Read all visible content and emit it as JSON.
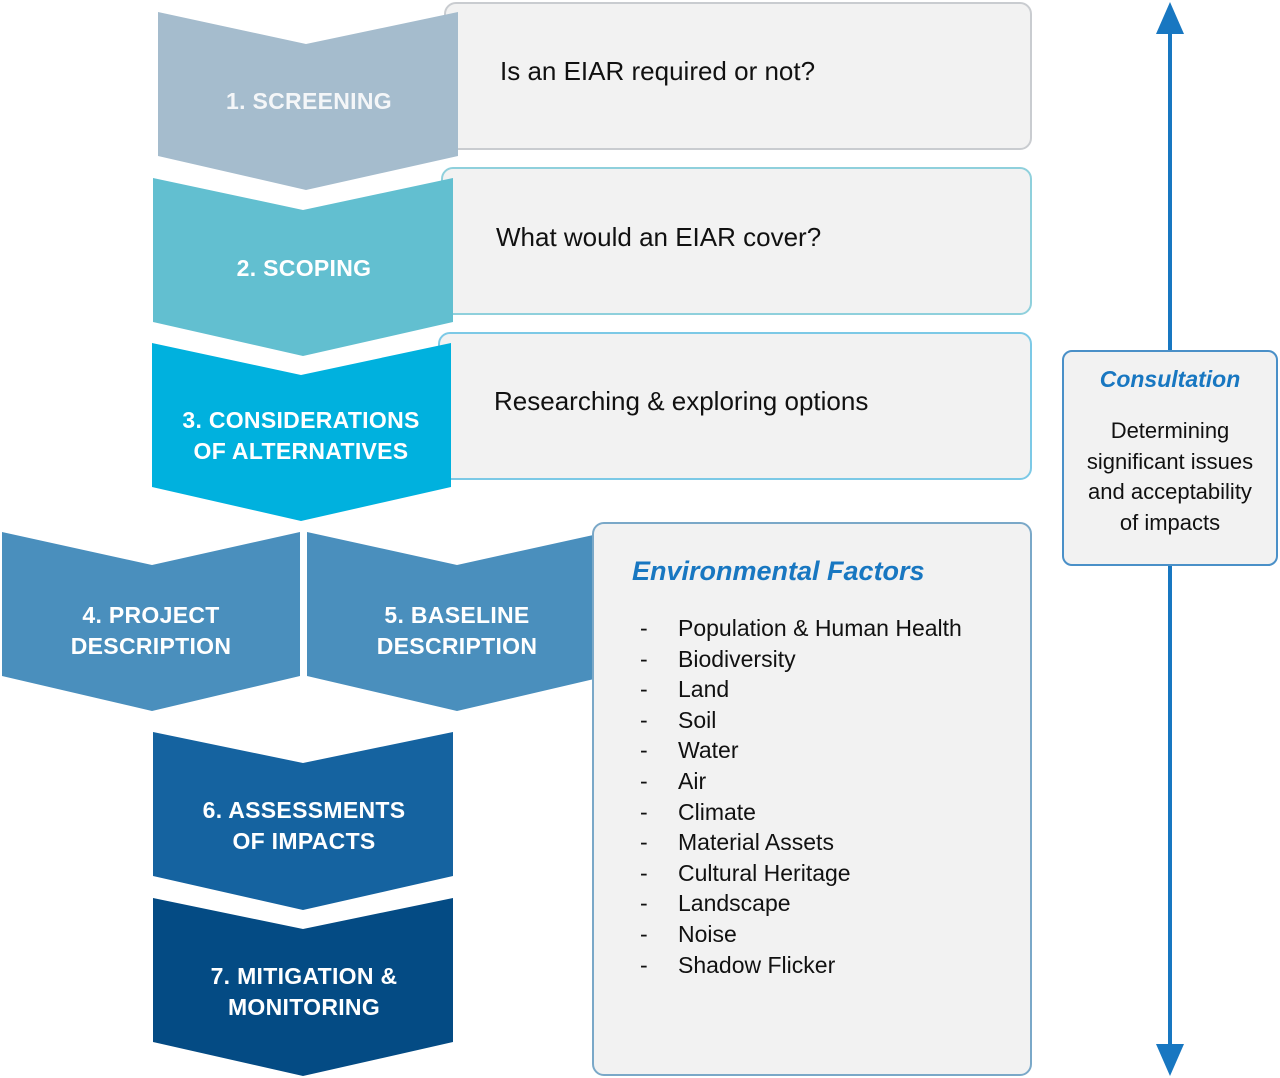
{
  "steps": {
    "s1": {
      "line1": "1.  SCREENING",
      "question": "Is an EIAR required or not?"
    },
    "s2": {
      "line1": "2. SCOPING",
      "question": "What would an EIAR cover?"
    },
    "s3": {
      "line1": "3. CONSIDERATIONS",
      "line2": "OF ALTERNATIVES",
      "question": "Researching & exploring options"
    },
    "s4": {
      "line1": "4. PROJECT",
      "line2": "DESCRIPTION"
    },
    "s5": {
      "line1": "5. BASELINE",
      "line2": "DESCRIPTION"
    },
    "s6": {
      "line1": "6. ASSESSMENTS",
      "line2": "OF IMPACTS"
    },
    "s7": {
      "line1": "7. MITIGATION &",
      "line2": "MONITORING"
    }
  },
  "environmental_factors": {
    "title": "Environmental Factors",
    "bullet": "-",
    "items": [
      "Population & Human Health",
      "Biodiversity",
      "Land",
      "Soil",
      "Water",
      "Air",
      "Climate",
      "Material Assets",
      "Cultural Heritage",
      "Landscape",
      "Noise",
      "Shadow Flicker"
    ]
  },
  "consultation": {
    "title": "Consultation",
    "line1": "Determining",
    "line2": "significant issues",
    "line3": "and acceptability",
    "line4": "of impacts"
  },
  "colors": {
    "step1": "#a5bccd",
    "step2": "#62bfd0",
    "step3": "#00b1de",
    "step4": "#4a8fbd",
    "step5": "#4a8fbd",
    "step6": "#1563a0",
    "step7": "#044b84",
    "accent": "#1877c1"
  }
}
